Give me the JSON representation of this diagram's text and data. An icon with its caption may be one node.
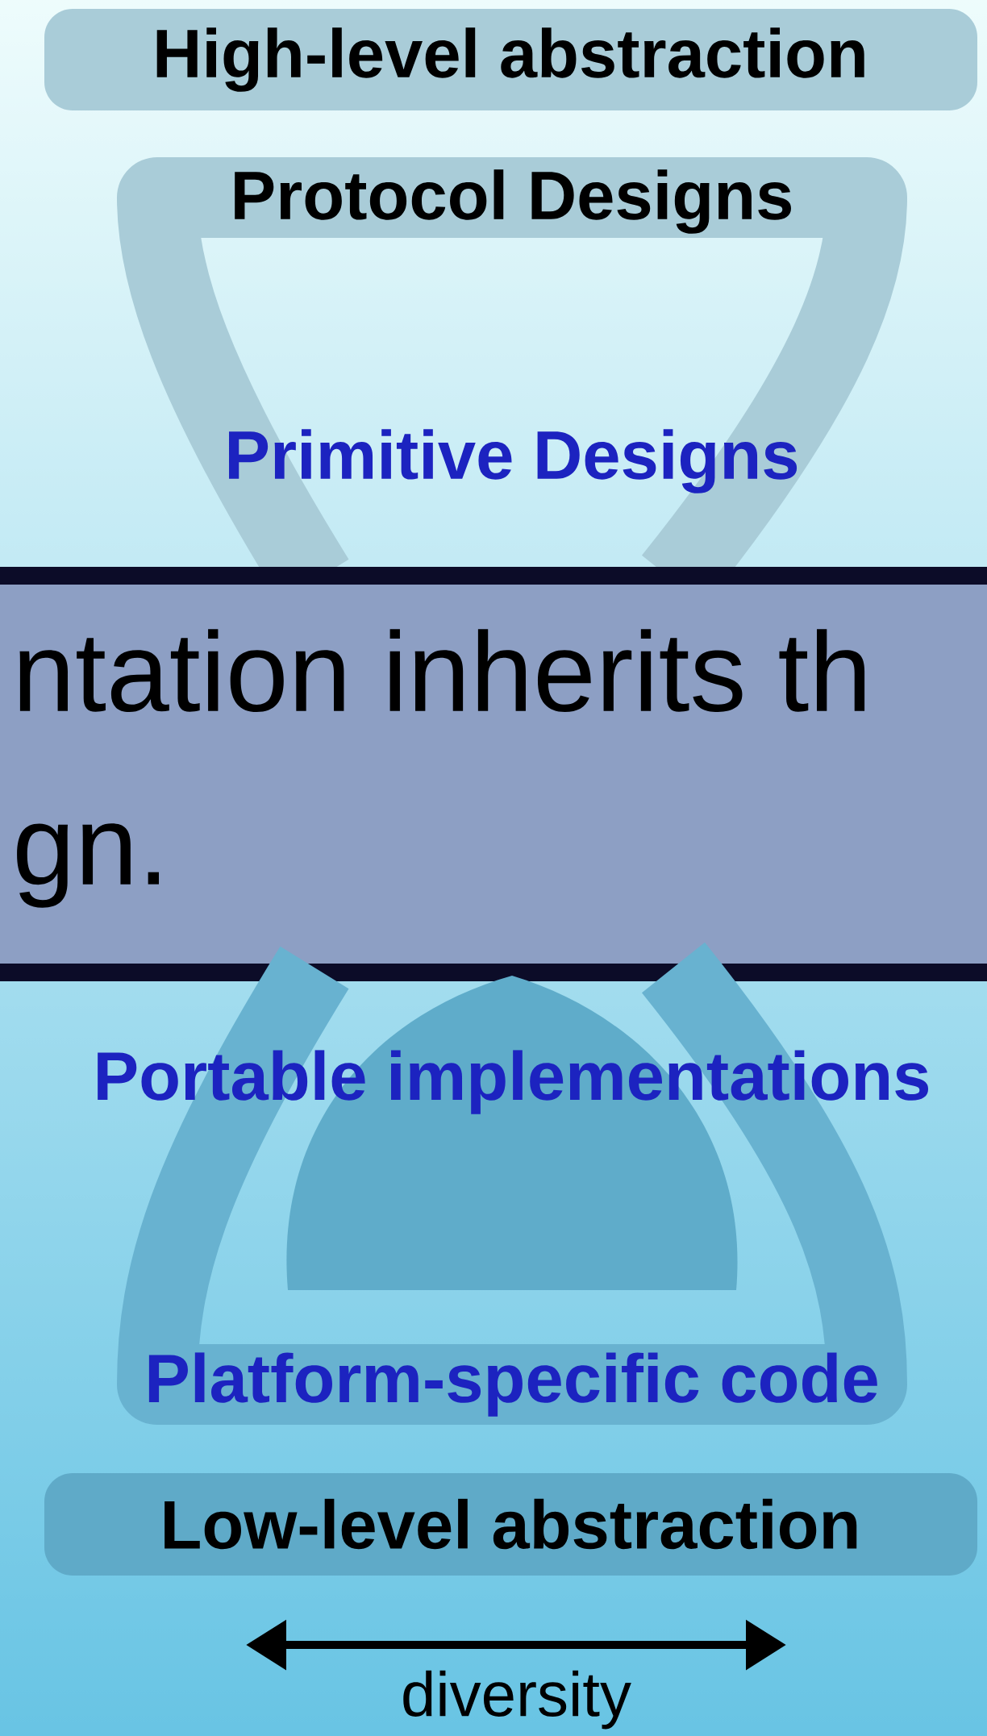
{
  "diagram": {
    "nodes": [
      {
        "text": [
          "High-level abstraction"
        ]
      },
      {
        "text": [
          "Protocol Designs",
          "Primitive Designs"
        ]
      },
      {
        "text": [
          "ntation inherits th gn."
        ]
      },
      {
        "text": [
          "Portable implementations",
          "Platform-specific code"
        ]
      },
      {
        "text": [
          "Low-level abstraction"
        ]
      }
    ],
    "labels": [
      "diversity"
    ]
  }
}
